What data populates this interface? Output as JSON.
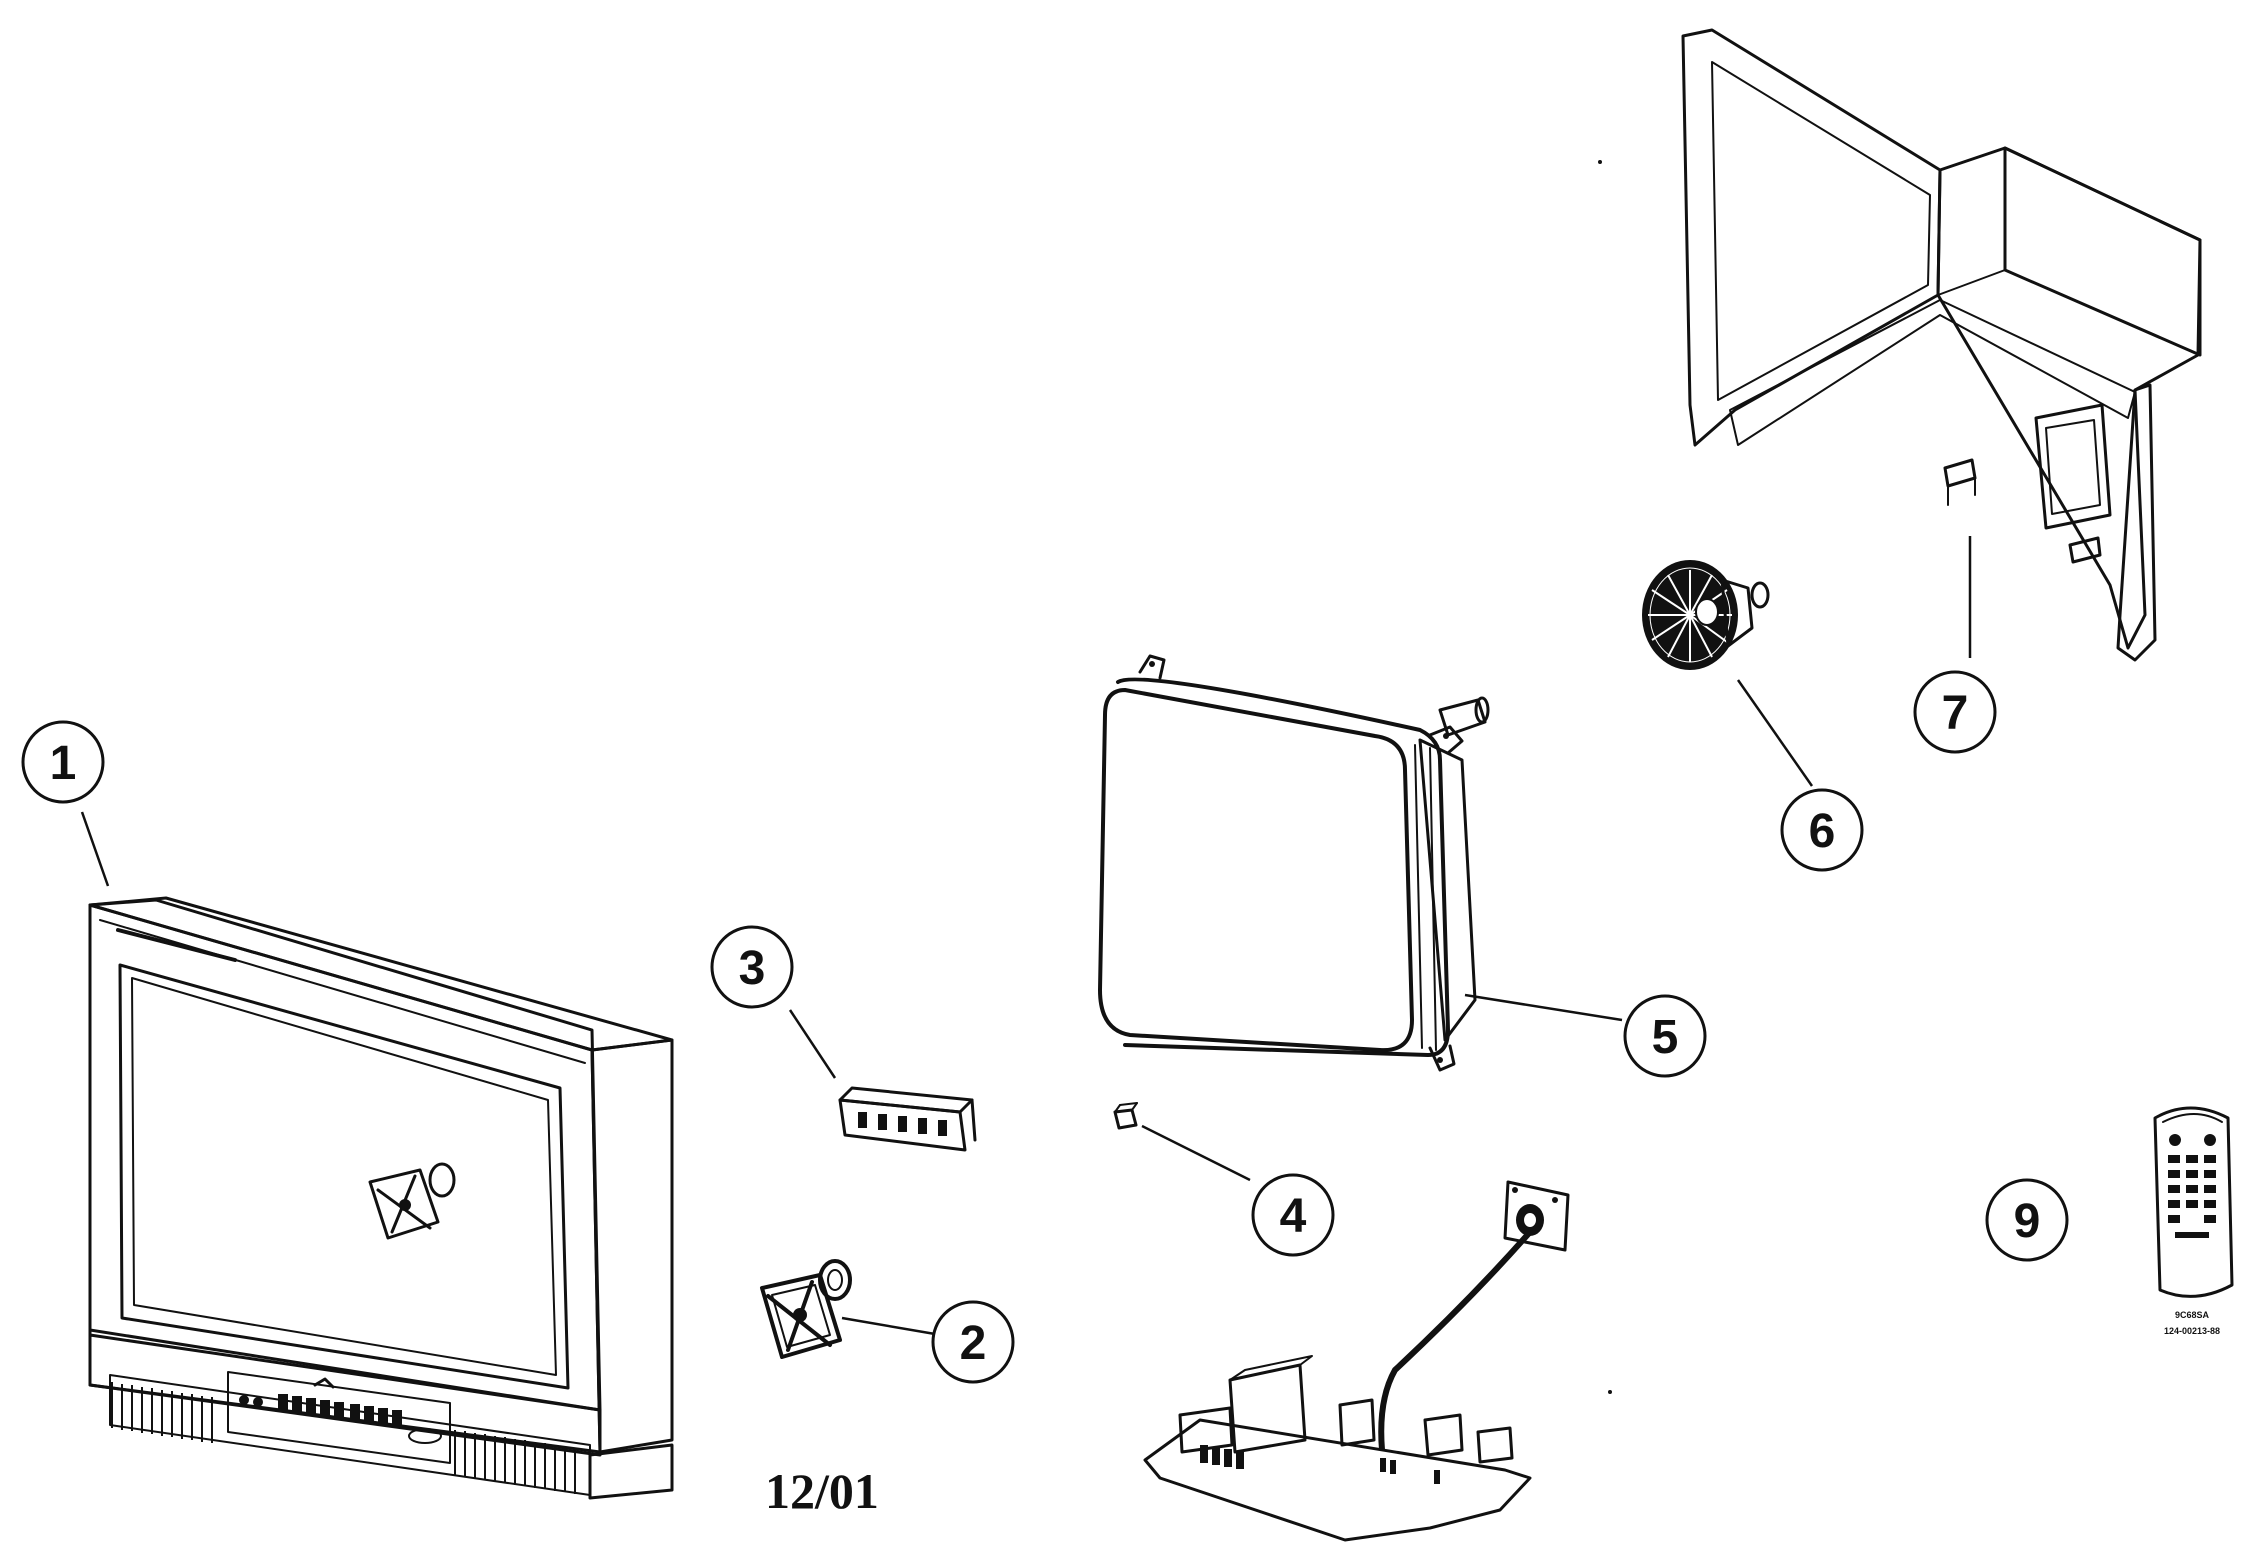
{
  "callouts": {
    "c1": "1",
    "c2": "2",
    "c3": "3",
    "c4": "4",
    "c5": "5",
    "c6": "6",
    "c7": "7",
    "c9": "9"
  },
  "date_code": "12/01",
  "remote_part_text": {
    "line1": "9C68SA",
    "line2": "124-00213-88"
  }
}
